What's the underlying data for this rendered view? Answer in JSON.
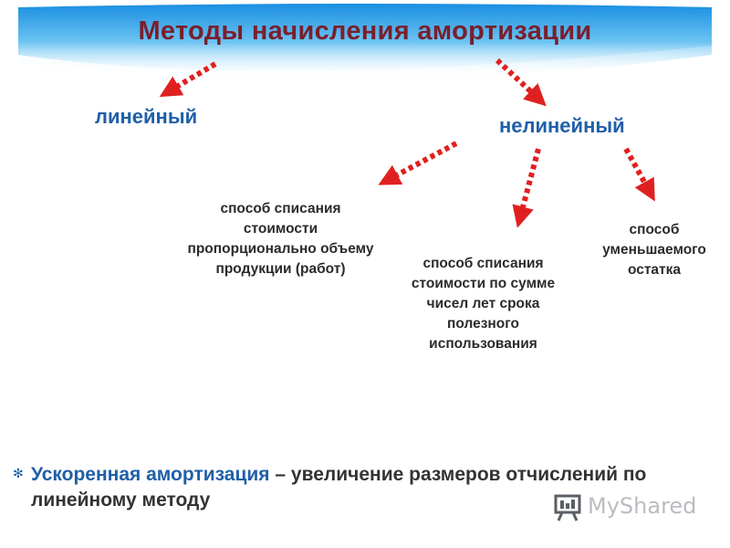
{
  "title": "Методы начисления амортизации",
  "branches": {
    "linear": "линейный",
    "nonlinear": "нелинейный"
  },
  "methods": [
    {
      "text": "способ списания стоимости пропорционально объему продукции (работ)"
    },
    {
      "text": "способ списания стоимости по сумме чисел лет срока полезного использования"
    },
    {
      "text": "способ уменьшаемого остатка"
    }
  ],
  "bullet": {
    "icon": "asterisk-icon",
    "term": "Ускоренная амортизация",
    "definition": " – увеличение размеров отчислений по линейному методу"
  },
  "logo": {
    "text": "MyShared",
    "icon": "presentation-board-icon"
  },
  "colors": {
    "title": "#7a1f2b",
    "accent": "#1f5fa8",
    "arrow": "#e02020",
    "banner": "#2a9be0"
  }
}
